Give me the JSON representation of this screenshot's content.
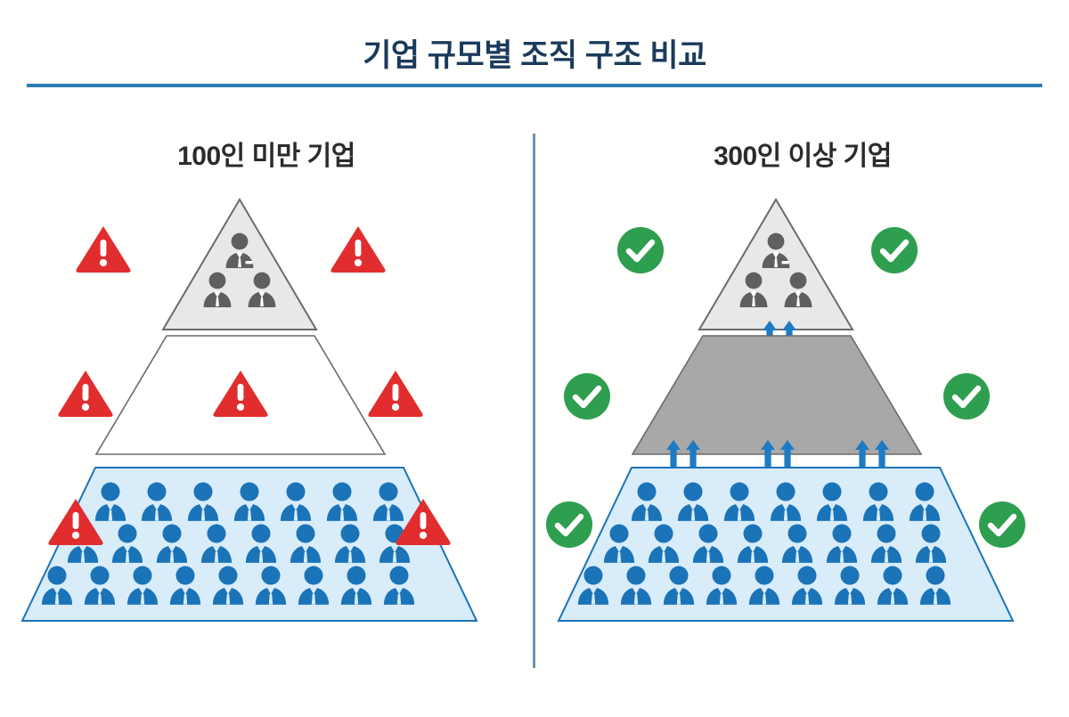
{
  "header": {
    "title": "기업 규모별 조직 구조 비교",
    "rule_color": "#2b7cb0",
    "title_color": "#1b3a5c"
  },
  "divider": {
    "color": "#6f93a6"
  },
  "colors": {
    "background": "#fffffe",
    "warning_red": "#e12d2d",
    "success_green": "#2e9e4f",
    "arrow_blue": "#1d7ac4",
    "people_blue": "#1b73b8",
    "people_gray": "#5f5f5f",
    "tier_top_fill": "#e8e8e8",
    "tier_mid_empty_fill": "#ffffff",
    "tier_mid_filled_fill": "#a8a8a8",
    "tier_base_fill": "#d8ecfa",
    "tier_stroke": "#6b6b6b",
    "tier_base_stroke": "#1b73b8"
  },
  "panels": [
    {
      "id": "small-company",
      "heading": "100인 미만 기업",
      "status": "warning",
      "status_icon": "warning-triangle-icon",
      "has_connectors": false,
      "tiers": [
        {
          "id": "top",
          "name": "executive-tier",
          "shape": "triangle",
          "fill": "#e8e8e8",
          "people_color": "#5f5f5f",
          "people_rows": [
            1,
            2
          ],
          "badges": 2
        },
        {
          "id": "middle",
          "name": "middle-management-tier",
          "shape": "trapezoid",
          "fill": "#ffffff",
          "people_color": null,
          "people_rows": [],
          "badges": 3
        },
        {
          "id": "base",
          "name": "staff-tier",
          "shape": "trapezoid",
          "fill": "#d8ecfa",
          "people_color": "#1b73b8",
          "people_rows": [
            7,
            8,
            9
          ],
          "badges": 2
        }
      ]
    },
    {
      "id": "large-company",
      "heading": "300인 이상 기업",
      "status": "success",
      "status_icon": "check-circle-icon",
      "has_connectors": true,
      "tiers": [
        {
          "id": "top",
          "name": "executive-tier",
          "shape": "triangle",
          "fill": "#e8e8e8",
          "people_color": "#5f5f5f",
          "people_rows": [
            1,
            2
          ],
          "badges": 2
        },
        {
          "id": "middle",
          "name": "middle-management-tier",
          "shape": "trapezoid",
          "fill": "#a8a8a8",
          "people_color": null,
          "people_rows": [],
          "badges": 2
        },
        {
          "id": "base",
          "name": "staff-tier",
          "shape": "trapezoid",
          "fill": "#d8ecfa",
          "people_color": "#1b73b8",
          "people_rows": [
            7,
            8,
            9
          ],
          "badges": 2
        }
      ],
      "connectors": [
        {
          "id": "top-to-middle",
          "pairs": 1
        },
        {
          "id": "middle-to-base",
          "pairs": 3
        }
      ]
    }
  ]
}
